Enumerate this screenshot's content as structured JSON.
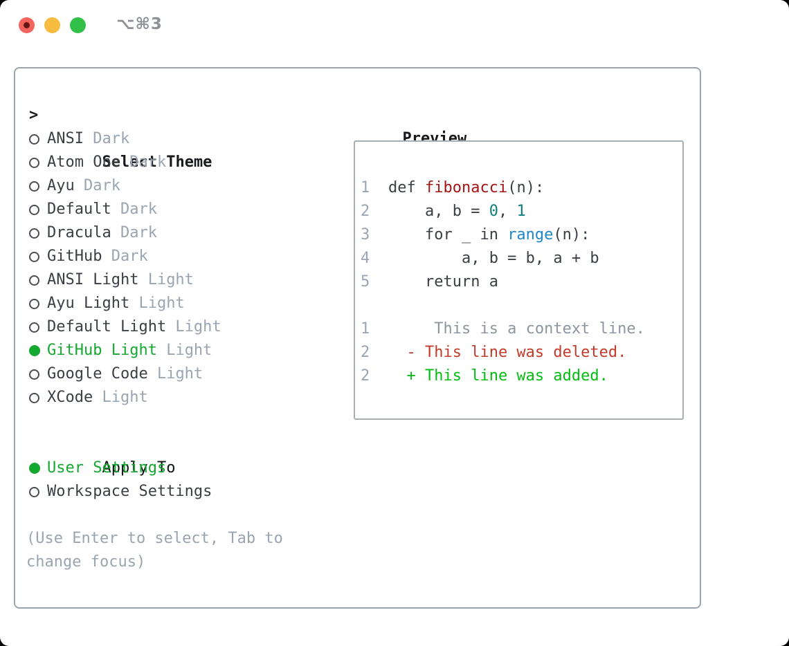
{
  "window": {
    "title": "⌥⌘3",
    "traffic_lights": [
      {
        "name": "close",
        "color": "#f4645f",
        "unsaved_dot_color": "#641612"
      },
      {
        "name": "minimize",
        "color": "#f8bc40"
      },
      {
        "name": "zoom",
        "color": "#33c048"
      }
    ]
  },
  "select_theme": {
    "prompt": ">",
    "title": "Select Theme",
    "items": [
      {
        "name": "ANSI",
        "variant": "Dark",
        "selected": false
      },
      {
        "name": "Atom One",
        "variant": "Dark",
        "selected": false
      },
      {
        "name": "Ayu",
        "variant": "Dark",
        "selected": false
      },
      {
        "name": "Default",
        "variant": "Dark",
        "selected": false
      },
      {
        "name": "Dracula",
        "variant": "Dark",
        "selected": false
      },
      {
        "name": "GitHub",
        "variant": "Dark",
        "selected": false
      },
      {
        "name": "ANSI Light",
        "variant": "Light",
        "selected": false
      },
      {
        "name": "Ayu Light",
        "variant": "Light",
        "selected": false
      },
      {
        "name": "Default Light",
        "variant": "Light",
        "selected": false
      },
      {
        "name": "GitHub Light",
        "variant": "Light",
        "selected": true
      },
      {
        "name": "Google Code",
        "variant": "Light",
        "selected": false
      },
      {
        "name": "XCode",
        "variant": "Light",
        "selected": false
      }
    ]
  },
  "apply_to": {
    "title": "Apply To",
    "options": [
      {
        "label": "User Settings",
        "selected": true
      },
      {
        "label": "Workspace Settings",
        "selected": false
      }
    ]
  },
  "hint": {
    "line1": "(Use Enter to select, Tab to",
    "line2": "change focus)"
  },
  "preview": {
    "title": "Preview",
    "code_lines": [
      {
        "num": "1",
        "tokens": [
          {
            "t": "def ",
            "c": "plain"
          },
          {
            "t": "fibonacci",
            "c": "function"
          },
          {
            "t": "(n):",
            "c": "plain"
          }
        ]
      },
      {
        "num": "2",
        "tokens": [
          {
            "t": "    a, b = ",
            "c": "plain"
          },
          {
            "t": "0",
            "c": "number"
          },
          {
            "t": ", ",
            "c": "plain"
          },
          {
            "t": "1",
            "c": "number"
          }
        ]
      },
      {
        "num": "3",
        "tokens": [
          {
            "t": "    for _ in ",
            "c": "plain"
          },
          {
            "t": "range",
            "c": "builtin"
          },
          {
            "t": "(n):",
            "c": "plain"
          }
        ]
      },
      {
        "num": "4",
        "tokens": [
          {
            "t": "        a, b = b, a + b",
            "c": "plain"
          }
        ]
      },
      {
        "num": "5",
        "tokens": [
          {
            "t": "    return a",
            "c": "plain"
          }
        ]
      }
    ],
    "diff_lines": [
      {
        "num": "1",
        "tokens": [
          {
            "t": "     This is a context line.",
            "c": "context"
          }
        ]
      },
      {
        "num": "2",
        "tokens": [
          {
            "t": "  - This line was deleted.",
            "c": "deleted"
          }
        ]
      },
      {
        "num": "2",
        "tokens": [
          {
            "t": "  + This line was added.",
            "c": "added"
          }
        ]
      }
    ]
  },
  "colors": {
    "selected_green": "#15a830",
    "function_red": "#a31515",
    "number_teal": "#0e7d7e",
    "builtin_blue": "#1c87c9",
    "deleted_red": "#c23b2a",
    "added_green": "#04bd11",
    "muted_gray": "#9aa5b1",
    "context_gray": "#8d959e",
    "text_dark": "#3a3f45",
    "heading_black": "#17191c",
    "panel_border": "#9aa3ae",
    "preview_border": "#a8aeb6",
    "line_number_gray": "#9aa5b3",
    "titlebar_gray": "#8d9096",
    "traffic_red": "#f4645f",
    "traffic_yellow": "#f8bc40",
    "traffic_green": "#33c048",
    "close_dot_maroon": "#641612"
  }
}
